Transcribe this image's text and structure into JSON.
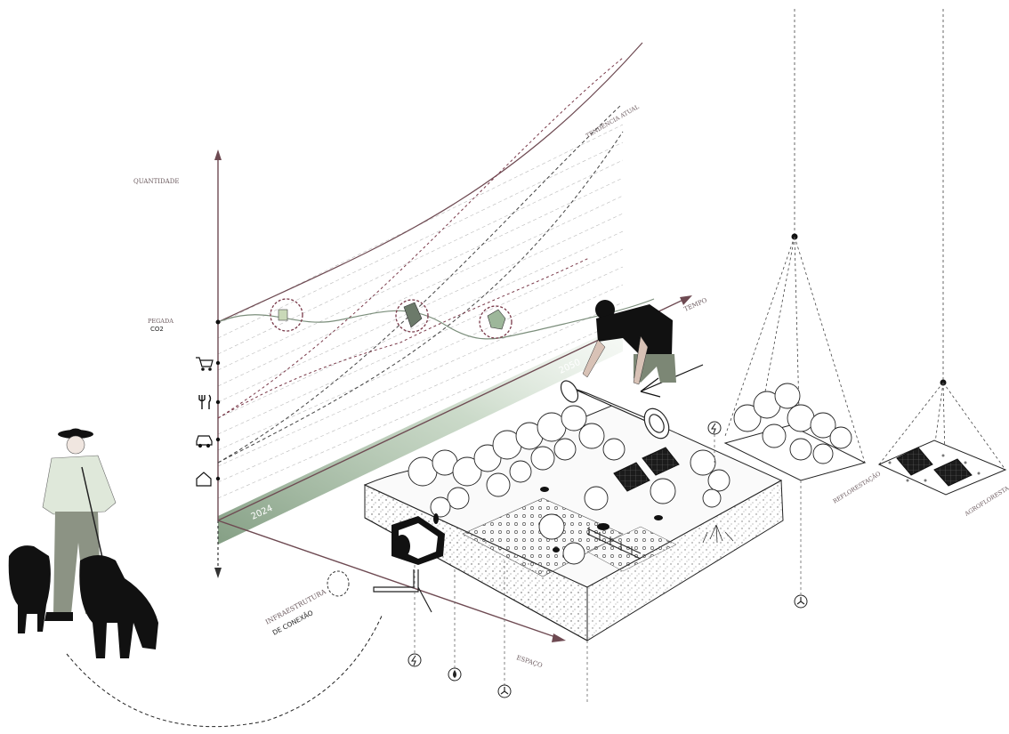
{
  "axes": {
    "quantity_label": "QUANTIDADE",
    "time_label": "TEMPO",
    "space_label": "ESPAÇO",
    "footprint_label_line1": "PEGADA",
    "footprint_label_line2": "CO2",
    "year_start": "2024",
    "year_end": "2050",
    "trend_label": "TENDÊNCIA ATUAL"
  },
  "infrastructure": {
    "label_line1": "INFRAESTRUTURA",
    "label_line2": "DE CONEXÃO"
  },
  "modules": {
    "reforestation_label": "REFLORESTAÇÃO",
    "agroforestry_label": "AGROFLORESTA"
  },
  "footprint_icons": [
    "cart-icon",
    "cutlery-icon",
    "car-icon",
    "house-icon"
  ],
  "resource_icons": [
    "lightning-icon",
    "water-drop-icon",
    "wind-turbine-icon"
  ],
  "colors": {
    "axis": "#6e4a52",
    "band": "#8fa98e",
    "dashed_circle": "#7a3a4a",
    "ink": "#111111"
  }
}
